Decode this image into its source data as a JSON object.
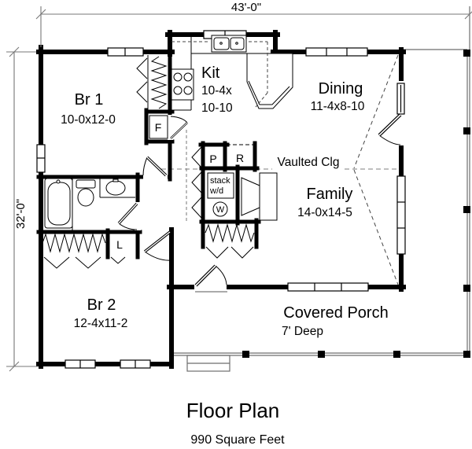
{
  "drawing": {
    "type": "architectural floor plan"
  },
  "dimensions": {
    "width": "43'-0\"",
    "height": "32'-0\""
  },
  "rooms": {
    "br1": {
      "name": "Br 1",
      "size": "10-0x12-0"
    },
    "kit": {
      "name": "Kit",
      "size1": "10-4x",
      "size2": "10-10"
    },
    "dining": {
      "name": "Dining",
      "size": "11-4x8-10"
    },
    "family": {
      "name": "Family",
      "size": "14-0x14-5"
    },
    "br2": {
      "name": "Br 2",
      "size": "12-4x11-2"
    },
    "porch": {
      "name": "Covered Porch",
      "size": "7' Deep"
    }
  },
  "labels": {
    "vaulted": "Vaulted Clg",
    "stack_line1": "stack",
    "stack_line2": "w/d",
    "pantry": "P",
    "refrigerator": "R",
    "furnace": "F",
    "linen": "L",
    "washer": "W"
  },
  "caption": {
    "title": "Floor Plan",
    "area": "990 Square Feet"
  },
  "colors": {
    "ink": "#000000",
    "background": "#ffffff",
    "dim_line": "#777777",
    "porch_line": "#6e6e6e",
    "ceiling_dash": "#999999"
  }
}
